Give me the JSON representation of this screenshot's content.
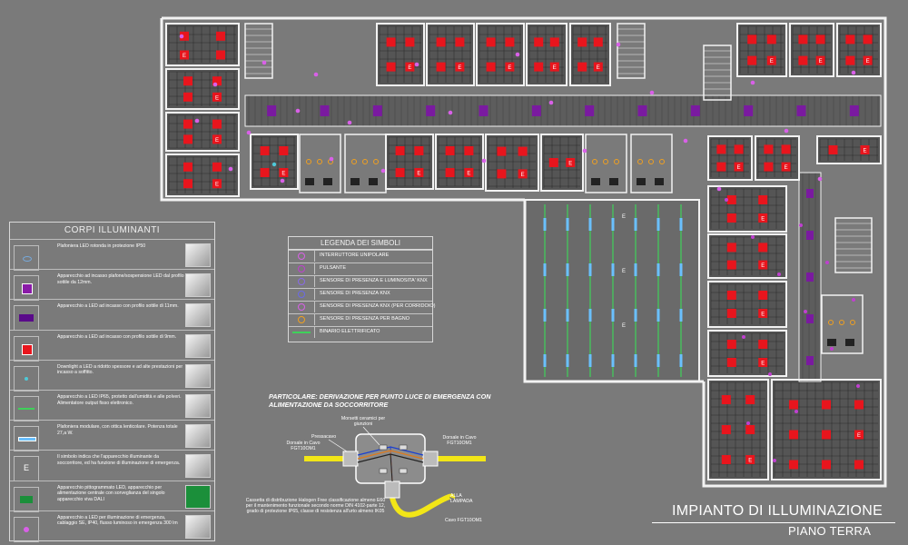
{
  "colors": {
    "background": "#7a7a7a",
    "wall": "#f2f2f2",
    "room": "#555555",
    "grid": "#2f2f2f",
    "light_red": "#e8151d",
    "light_purple": "#7a1aa0",
    "rail_green": "#3fd15a",
    "cable_yellow": "#f2e617"
  },
  "corpi": {
    "title": "CORPI ILLUMINANTI",
    "items": [
      {
        "icon": "oval-ceiling-light-icon",
        "desc": "Plafoniera LED rotonda in protezione IP50"
      },
      {
        "icon": "purple-square-light-icon",
        "desc": "Apparecchio ad incasso plafone/sospensione LED dal profilo sottile da 12mm."
      },
      {
        "icon": "purple-wide-light-icon",
        "desc": "Apparecchio a LED ad incasso con profilo sottile di 11mm."
      },
      {
        "icon": "red-square-light-icon",
        "desc": "Apparecchio a LED ad incasso con profilo sottile di 9mm."
      },
      {
        "icon": "downlight-icon",
        "desc": "Downlight a LED a ridotto spessore e ad alte prestazioni per incasso a soffitto."
      },
      {
        "icon": "ip65-linear-light-icon",
        "desc": "Apparecchio a LED IP65, protetto dall'umidità e alle polveri. Alimentatore output fisso elettronico."
      },
      {
        "icon": "modular-ceiling-light-icon",
        "desc": "Plafoniera modulare, con ottica lenticolare. Potenza totale 27,a W."
      },
      {
        "icon": "emergency-e-icon",
        "desc": "Il simbolo indica che l'apparecchio illuminante da soccorritore, ed ha funzione di illuminazione di emergenza.",
        "letter": "E"
      },
      {
        "icon": "exit-pictogram-icon",
        "desc": "Apparecchio pittogrammato LED, apparecchio per alimentazione centrale con sorveglianza del singolo apparecchio viva DALI"
      },
      {
        "icon": "emergency-light-icon",
        "desc": "Apparecchio a LED per illuminazione di emergenza, cablaggio SE, IP40, flusso luminoso in emergenza 300 lm"
      }
    ]
  },
  "legenda": {
    "title": "LEGENDA DEI SIMBOLI",
    "items": [
      {
        "icon": "switch-icon",
        "label": "INTERRUTTORE UNIPOLARE"
      },
      {
        "icon": "pushbutton-icon",
        "label": "PULSANTE"
      },
      {
        "icon": "presence-lux-sensor-icon",
        "label": "SENSORE DI PRESENZA E LUMINOSITA' KNX"
      },
      {
        "icon": "presence-sensor-icon",
        "label": "SENSORE DI PRESENZA KNX"
      },
      {
        "icon": "corridor-sensor-icon",
        "label": "SENSORE DI PRESENZA KNX (PER CORRIDOIO)"
      },
      {
        "icon": "bathroom-sensor-icon",
        "label": "SENSORE DI PRESENZA PER BAGNO"
      },
      {
        "icon": "track-rail-icon",
        "label": "BINARIO ELETTRIFICATO"
      }
    ]
  },
  "detail": {
    "title": "PARTICOLARE: DERIVAZIONE PER PUNTO LUCE DI EMERGENZA CON ALIMENTAZIONE DA SOCCORRITORE",
    "morsetti": "Morsetti ceramici per giunzioni",
    "pressacavo": "Pressacavo",
    "dorsale_left": "Dorsale in Cavo FGT10OM1",
    "dorsale_right": "Dorsale in Cavo FGT10OM1",
    "alla_lampada": "ALLA LAMPADA",
    "cavo": "Cavo FGT10OM1",
    "cassetta": "Cassetta di distribuzione Halogen Free classificazione almeno E60 per il mantenimento funzionale secondo norme DIN 4102-parte 12, grado di protezione IP65, classe di resistenza all'urto almeno IK05"
  },
  "title_block": {
    "line1": "IMPIANTO DI ILLUMINAZIONE",
    "line2": "PIANO TERRA"
  },
  "plan": {
    "emergency_letter": "E"
  }
}
